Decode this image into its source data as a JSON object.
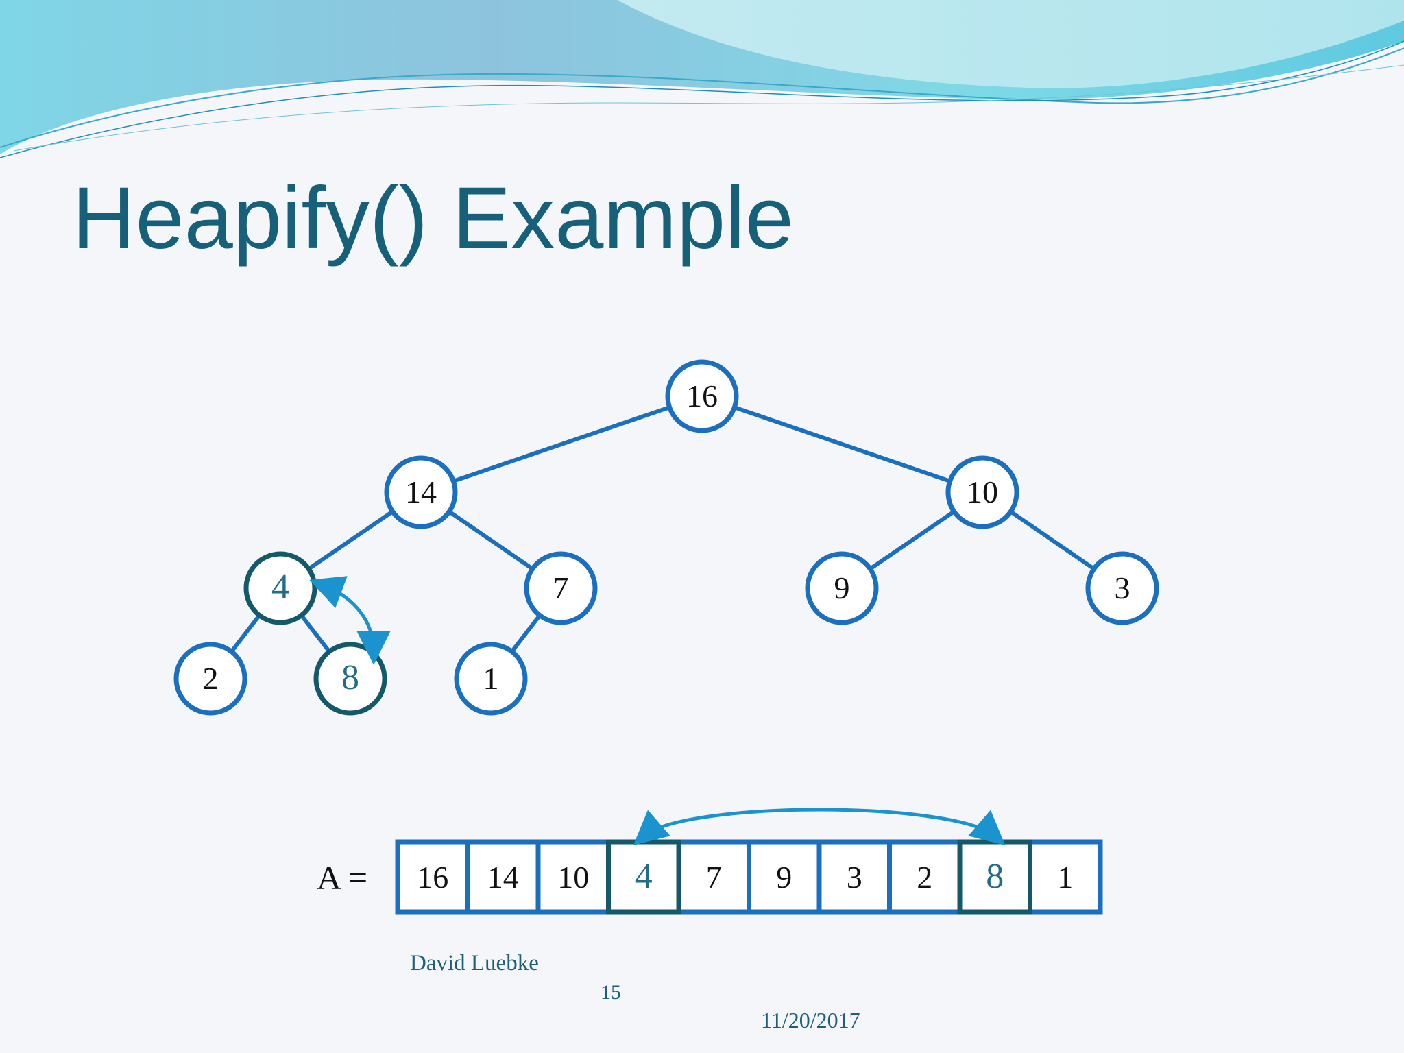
{
  "slide": {
    "title": "Heapify() Example",
    "array_label": "A =",
    "author": "David Luebke",
    "page_number": "15",
    "date": "11/20/2017"
  },
  "colors": {
    "title": "#17607a",
    "node_border": "#1b6fbf",
    "highlight_border": "#14596a",
    "highlight_text": "#1f6d86",
    "swap_arrow": "#1a93cf",
    "edge": "#1b6fbf"
  },
  "tree": {
    "nodes": [
      {
        "id": 0,
        "label": "16",
        "highlight": false
      },
      {
        "id": 1,
        "label": "14",
        "highlight": false
      },
      {
        "id": 2,
        "label": "10",
        "highlight": false
      },
      {
        "id": 3,
        "label": "4",
        "highlight": true
      },
      {
        "id": 4,
        "label": "7",
        "highlight": false
      },
      {
        "id": 5,
        "label": "9",
        "highlight": false
      },
      {
        "id": 6,
        "label": "3",
        "highlight": false
      },
      {
        "id": 7,
        "label": "2",
        "highlight": false
      },
      {
        "id": 8,
        "label": "8",
        "highlight": true
      },
      {
        "id": 9,
        "label": "1",
        "highlight": false
      }
    ],
    "edges": [
      [
        0,
        1
      ],
      [
        0,
        2
      ],
      [
        1,
        3
      ],
      [
        1,
        4
      ],
      [
        2,
        5
      ],
      [
        2,
        6
      ],
      [
        3,
        7
      ],
      [
        3,
        8
      ],
      [
        4,
        9
      ]
    ],
    "swap": [
      3,
      8
    ]
  },
  "array": {
    "cells": [
      {
        "label": "16",
        "highlight": false
      },
      {
        "label": "14",
        "highlight": false
      },
      {
        "label": "10",
        "highlight": false
      },
      {
        "label": "4",
        "highlight": true
      },
      {
        "label": "7",
        "highlight": false
      },
      {
        "label": "9",
        "highlight": false
      },
      {
        "label": "3",
        "highlight": false
      },
      {
        "label": "2",
        "highlight": false
      },
      {
        "label": "8",
        "highlight": true
      },
      {
        "label": "1",
        "highlight": false
      }
    ],
    "swap": [
      3,
      8
    ]
  }
}
